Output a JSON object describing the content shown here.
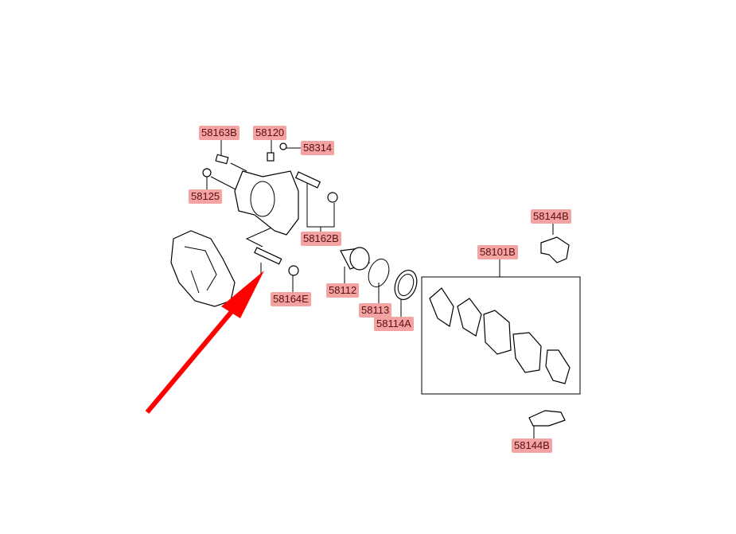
{
  "diagram": {
    "title": "Brake caliper exploded parts diagram",
    "labels": {
      "bolt_upper": "58163B",
      "bleeder": "58120",
      "bleeder_cap": "58314",
      "nut": "58125",
      "guide_pin_kit": "58162B",
      "piston": "58112",
      "piston_seal": "58113",
      "boot": "58114A",
      "guide_pin_lower": "58164E",
      "pad_kit": "58101B",
      "clip_top": "58144B",
      "clip_bottom": "58144B"
    },
    "colors": {
      "label_bg": "#f4a3a3",
      "arrow": "#ff0000"
    }
  }
}
